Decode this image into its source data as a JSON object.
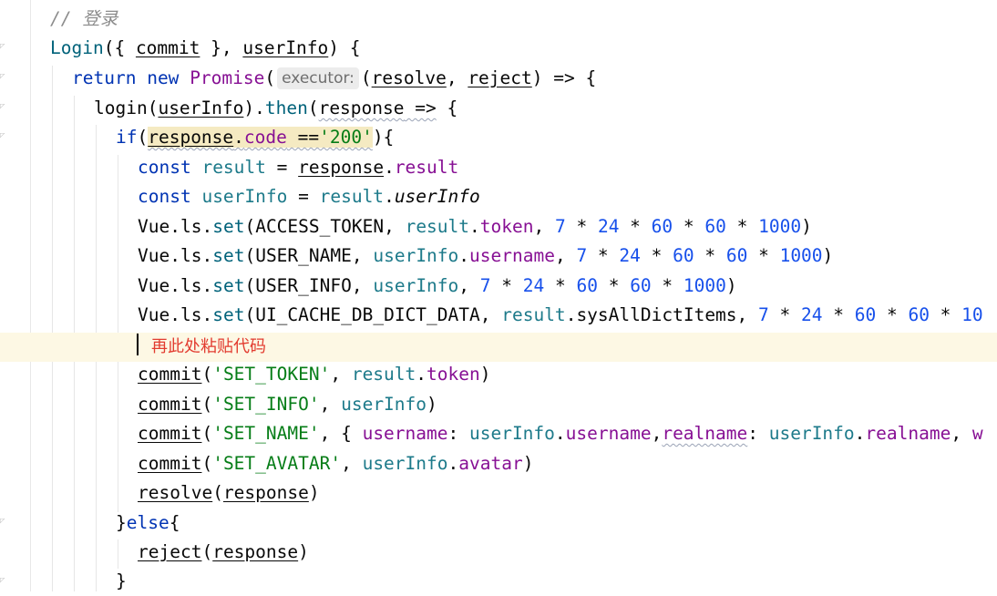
{
  "editor": {
    "comment_prefix": "// ",
    "comment_text": "登录",
    "paste_note": "再此处粘贴代码",
    "param_hint": "executor:"
  },
  "tokens": {
    "login_fn": "Login",
    "commit": "commit",
    "userInfo": "userInfo",
    "return": "return",
    "new": "new",
    "Promise": "Promise",
    "resolve": "resolve",
    "reject": "reject",
    "login_call": "login",
    "then": "then",
    "response": "response",
    "if": "if",
    "code": "code",
    "str200": "'200'",
    "const": "const",
    "result": "result",
    "Vue": "Vue",
    "ls": "ls",
    "set": "set",
    "ACCESS_TOKEN": "ACCESS_TOKEN",
    "token": "token",
    "USER_NAME": "USER_NAME",
    "username": "username",
    "USER_INFO": "USER_INFO",
    "UI_CACHE_DB_DICT_DATA": "UI_CACHE_DB_DICT_DATA",
    "sysAllDictItems": "sysAllDictItems",
    "n7": "7",
    "n24": "24",
    "n60": "60",
    "n1000": "1000",
    "n10_trunc": "10",
    "SET_TOKEN": "'SET_TOKEN'",
    "SET_INFO": "'SET_INFO'",
    "SET_NAME": "'SET_NAME'",
    "SET_AVATAR": "'SET_AVATAR'",
    "realname": "realname",
    "avatar": "avatar",
    "else": "else",
    "w_trunc": "w"
  }
}
